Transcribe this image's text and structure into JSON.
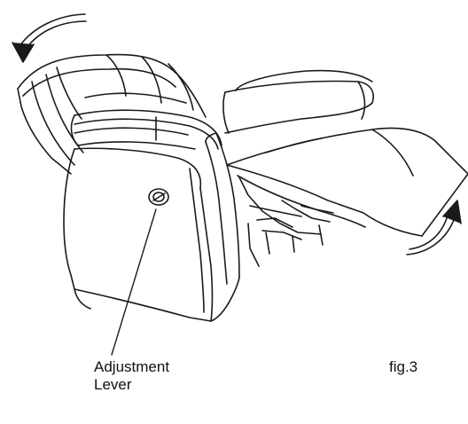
{
  "callout": {
    "lines": [
      "Adjustment",
      "Lever"
    ]
  },
  "figure": {
    "number": "fig.3"
  },
  "colors": {
    "line": "#1a1a1a",
    "background": "#ffffff"
  }
}
